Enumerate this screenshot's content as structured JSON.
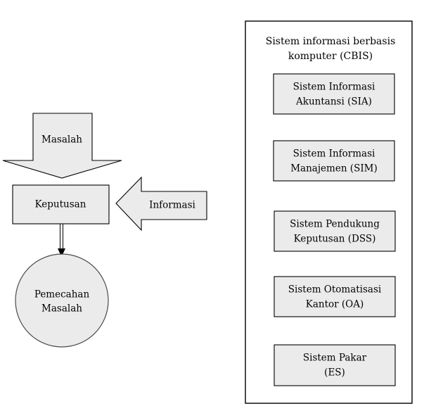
{
  "diagram": {
    "title": "Sistem informasi berbasis komputer (CBIS)",
    "left_flow": {
      "input_arrow": {
        "label": "Masalah",
        "direction": "down",
        "icon": "down-arrow-shape"
      },
      "decision_box": {
        "label": "Keputusan"
      },
      "side_arrow": {
        "label": "Informasi",
        "direction": "left",
        "icon": "left-arrow-shape"
      },
      "outcome_circle": {
        "label_line1": "Pemecahan",
        "label_line2": "Masalah"
      },
      "connector": {
        "icon": "double-line-arrow-icon",
        "from": "Keputusan",
        "to": "Pemecahan Masalah"
      }
    },
    "panel": {
      "title_line1": "Sistem informasi berbasis",
      "title_line2": "komputer (CBIS)",
      "items": [
        {
          "line1": "Sistem Informasi",
          "line2": "Akuntansi (SIA)",
          "abbr": "SIA"
        },
        {
          "line1": "Sistem Informasi",
          "line2": "Manajemen (SIM)",
          "abbr": "SIM"
        },
        {
          "line1": "Sistem Pendukung",
          "line2": "Keputusan (DSS)",
          "abbr": "DSS"
        },
        {
          "line1": "Sistem Otomatisasi",
          "line2": "Kantor (OA)",
          "abbr": "OA"
        },
        {
          "line1": "Sistem Pakar",
          "line2": "(ES)",
          "abbr": "ES"
        }
      ]
    },
    "colors": {
      "shape_fill": "#ebebeb",
      "stroke": "#000000",
      "background": "#ffffff",
      "circle_stroke": "#4a4a4a"
    }
  }
}
